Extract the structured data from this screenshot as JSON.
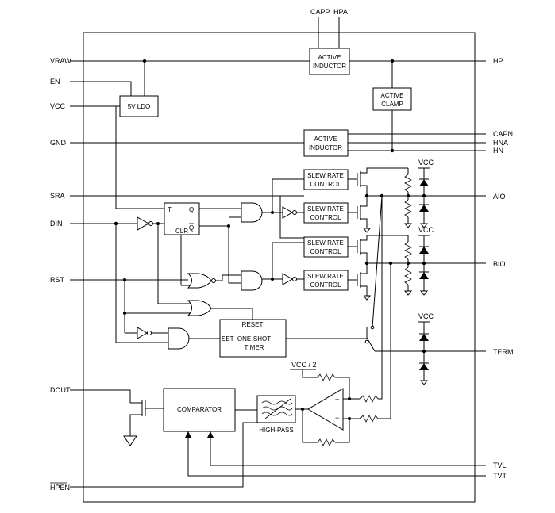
{
  "pins": {
    "vraw": "VRAW",
    "en": "EN",
    "vcc": "VCC",
    "gnd": "GND",
    "sra": "SRA",
    "din": "DIN",
    "rst": "RST",
    "dout": "DOUT",
    "hpen": "HPEN",
    "capp": "CAPP",
    "hpa": "HPA",
    "hp": "HP",
    "capn": "CAPN",
    "hna": "HNA",
    "hn": "HN",
    "aio": "AIO",
    "bio": "BIO",
    "term": "TERM",
    "tvl": "TVL",
    "tvt": "TVT"
  },
  "blocks": {
    "active_inductor_top": [
      "ACTIVE",
      "INDUCTOR"
    ],
    "active_clamp": [
      "ACTIVE",
      "CLAMP"
    ],
    "active_inductor_mid": [
      "ACTIVE",
      "INDUCTOR"
    ],
    "ldo": "5V LDO",
    "slew1": [
      "SLEW RATE",
      "CONTROL"
    ],
    "slew2": [
      "SLEW RATE",
      "CONTROL"
    ],
    "slew3": [
      "SLEW RATE",
      "CONTROL"
    ],
    "slew4": [
      "SLEW RATE",
      "CONTROL"
    ],
    "ff_t": "T",
    "ff_q": "Q",
    "ff_clr": "CLR",
    "ff_qbar": "Q",
    "oneshot_reset": "RESET",
    "oneshot_set": "SET",
    "oneshot": [
      "ONE-SHOT",
      "TIMER"
    ],
    "comparator": "COMPARATOR",
    "highpass": "HIGH-PASS",
    "vcc_half": "VCC / 2",
    "vcc_rail": "VCC",
    "plus": "+",
    "minus": "−"
  }
}
